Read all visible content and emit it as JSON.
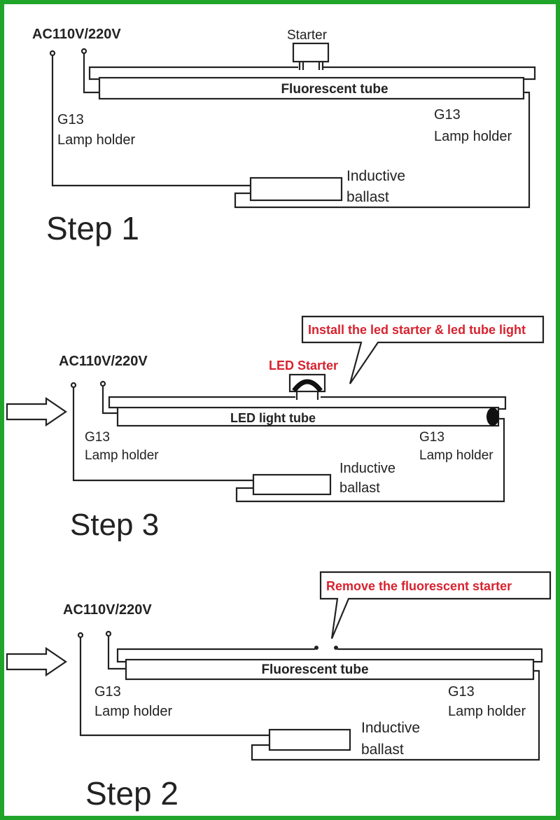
{
  "colors": {
    "frame": "#20a52a",
    "callout_text": "#d7232f",
    "line": "#222222"
  },
  "step1": {
    "power_label": "AC110V/220V",
    "starter_label": "Starter",
    "tube_label": "Fluorescent tube",
    "left_holder": [
      "G13",
      "Lamp holder"
    ],
    "right_holder": [
      "G13",
      "Lamp holder"
    ],
    "ballast_label": [
      "Inductive",
      "ballast"
    ],
    "step_label": "Step 1"
  },
  "step3": {
    "callout": "Install the led starter & led tube light",
    "power_label": "AC110V/220V",
    "starter_label": "LED Starter",
    "tube_label": "LED light tube",
    "left_holder": [
      "G13",
      "Lamp holder"
    ],
    "right_holder": [
      "G13",
      "Lamp holder"
    ],
    "ballast_label": [
      "Inductive",
      "ballast"
    ],
    "step_label": "Step 3"
  },
  "step2": {
    "callout": "Remove the fluorescent starter",
    "power_label": "AC110V/220V",
    "tube_label": "Fluorescent tube",
    "left_holder": [
      "G13",
      "Lamp holder"
    ],
    "right_holder": [
      "G13",
      "Lamp holder"
    ],
    "ballast_label": [
      "Inductive",
      "ballast"
    ],
    "step_label": "Step 2"
  }
}
